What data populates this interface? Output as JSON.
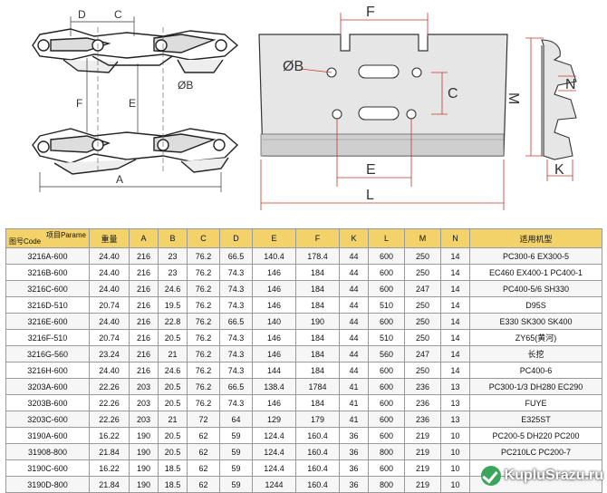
{
  "drawing": {
    "labels": {
      "d": "D",
      "c": "C",
      "b_left": "ØB",
      "f_left": "F",
      "e_left": "E",
      "a": "A",
      "f_top": "F",
      "b_center": "ØB",
      "c_center": "C",
      "e_bottom": "E",
      "l": "L",
      "m": "M",
      "n": "N",
      "k": "K"
    }
  },
  "table": {
    "header": {
      "diag_top": "项目Parame",
      "diag_bottom": "图号Code",
      "columns": [
        "重量",
        "A",
        "B",
        "C",
        "D",
        "E",
        "F",
        "K",
        "L",
        "M",
        "N",
        "适用机型"
      ]
    },
    "rows": [
      [
        "3216A-600",
        "24.40",
        "216",
        "23",
        "76.2",
        "66.5",
        "140.4",
        "178.4",
        "44",
        "600",
        "250",
        "14",
        "PC300-6 EX300-5"
      ],
      [
        "3216B-600",
        "24.40",
        "216",
        "23",
        "76.2",
        "74.3",
        "146",
        "184",
        "44",
        "600",
        "250",
        "14",
        "EC460 EX400-1 PC400-1"
      ],
      [
        "3216C-600",
        "24.40",
        "216",
        "24.6",
        "76.2",
        "74.3",
        "146",
        "184",
        "44",
        "600",
        "247",
        "14",
        "PC400-5/6 SH330"
      ],
      [
        "3216D-510",
        "20.74",
        "216",
        "19.5",
        "76.2",
        "74.3",
        "146",
        "184",
        "44",
        "510",
        "250",
        "14",
        "D95S"
      ],
      [
        "3216E-600",
        "24.40",
        "216",
        "22.8",
        "76.2",
        "66.5",
        "140",
        "190",
        "44",
        "600",
        "250",
        "14",
        "E330 SK300 SK400"
      ],
      [
        "3216F-510",
        "20.74",
        "216",
        "20.5",
        "76.2",
        "74.3",
        "146",
        "184",
        "44",
        "510",
        "250",
        "14",
        "ZY65(黄河)"
      ],
      [
        "3216G-560",
        "23.24",
        "216",
        "21",
        "76.2",
        "74.3",
        "146",
        "184",
        "44",
        "560",
        "247",
        "14",
        "长挖"
      ],
      [
        "3216H-600",
        "24.40",
        "216",
        "24.6",
        "76.2",
        "74.3",
        "144",
        "184",
        "44",
        "600",
        "250",
        "14",
        "PC400-6"
      ],
      [
        "3203A-600",
        "22.26",
        "203",
        "20.5",
        "76.2",
        "66.5",
        "138.4",
        "1784",
        "41",
        "600",
        "236",
        "13",
        "PC300-1/3 DH280 EC290"
      ],
      [
        "3203B-600",
        "22.26",
        "203",
        "20.5",
        "76.2",
        "74.3",
        "146",
        "184",
        "41",
        "600",
        "236",
        "13",
        "FUYE"
      ],
      [
        "3203C-600",
        "22.26",
        "203",
        "21",
        "72",
        "64",
        "129",
        "179",
        "41",
        "600",
        "236",
        "13",
        "E325ST"
      ],
      [
        "3190A-600",
        "16.22",
        "190",
        "20.5",
        "62",
        "59",
        "124.4",
        "160.4",
        "36",
        "600",
        "219",
        "10",
        "PC200-5 DH220 PC200"
      ],
      [
        "31908-800",
        "21.84",
        "190",
        "20.5",
        "62",
        "59",
        "124.4",
        "160.4",
        "36",
        "800",
        "219",
        "10",
        "PC210LC PC200-7"
      ],
      [
        "3190C-600",
        "16.22",
        "190",
        "18.5",
        "62",
        "59",
        "124.4",
        "160.4",
        "36",
        "600",
        "219",
        "10",
        ""
      ],
      [
        "3190D-800",
        "21.84",
        "190",
        "18.5",
        "62",
        "59",
        "1244",
        "160.4",
        "36",
        "800",
        "219",
        "10",
        ""
      ]
    ]
  },
  "watermark": {
    "text": "KupluSrazu.ru",
    "icon": "check-circle-icon",
    "color": "#3ba55c"
  }
}
